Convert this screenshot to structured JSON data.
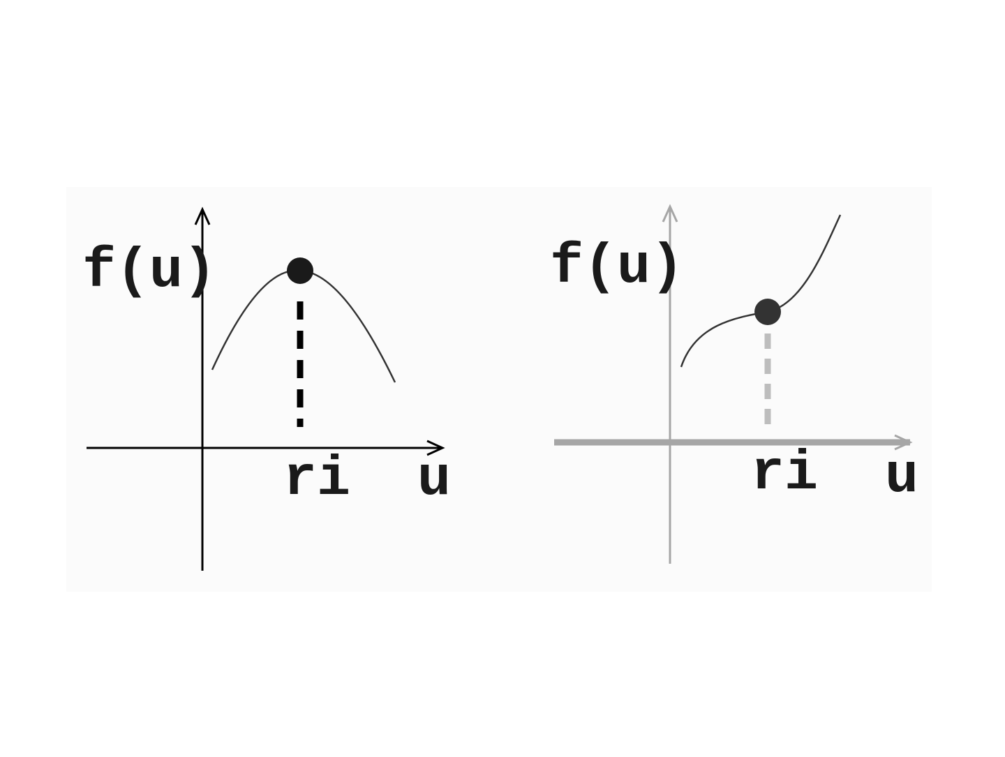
{
  "colors": {
    "background": "#ffffff",
    "panel_background": "#fbfbfb",
    "left_axis": "#000000",
    "left_curve": "#333333",
    "left_point": "#1a1a1a",
    "left_dash": "#000000",
    "right_axis": "#a6a6a6",
    "right_curve": "#333333",
    "right_point": "#333333",
    "right_dash": "#bdbdbd",
    "label_text": "#1a1a1a"
  },
  "left_graph": {
    "y_label": "f(u)",
    "x_label": "u",
    "point_label": "ri",
    "point_type": "local maximum"
  },
  "right_graph": {
    "y_label": "f(u)",
    "x_label": "u",
    "point_label": "ri",
    "point_type": "inflection point"
  }
}
